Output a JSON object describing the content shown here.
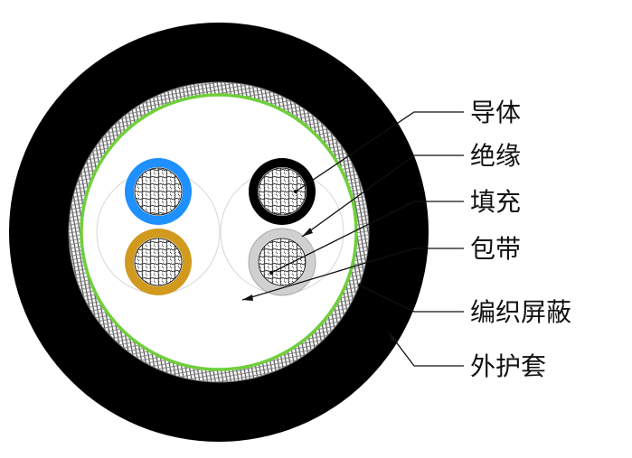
{
  "diagram": {
    "labels": {
      "conductor": "导体",
      "insulation": "绝缘",
      "filler": "填充",
      "tape": "包带",
      "braid_shield": "编织屏蔽",
      "outer_sheath": "外护套"
    },
    "colors": {
      "sheath": "#000000",
      "braid": "#9a9a9a",
      "tape": "#6fcf3a",
      "filler": "#ffffff",
      "pair_outline": "#cfcfcf",
      "core_blue": "#1e90ff",
      "core_gold": "#d19a1e",
      "core_black": "#000000",
      "core_grey": "#cfcfcf",
      "conductor": "#ffffff",
      "conductor_strand": "#222222"
    },
    "cores": [
      {
        "name": "blue",
        "color": "#1e90ff"
      },
      {
        "name": "gold",
        "color": "#d19a1e"
      },
      {
        "name": "black",
        "color": "#000000"
      },
      {
        "name": "grey",
        "color": "#cfcfcf"
      }
    ]
  }
}
